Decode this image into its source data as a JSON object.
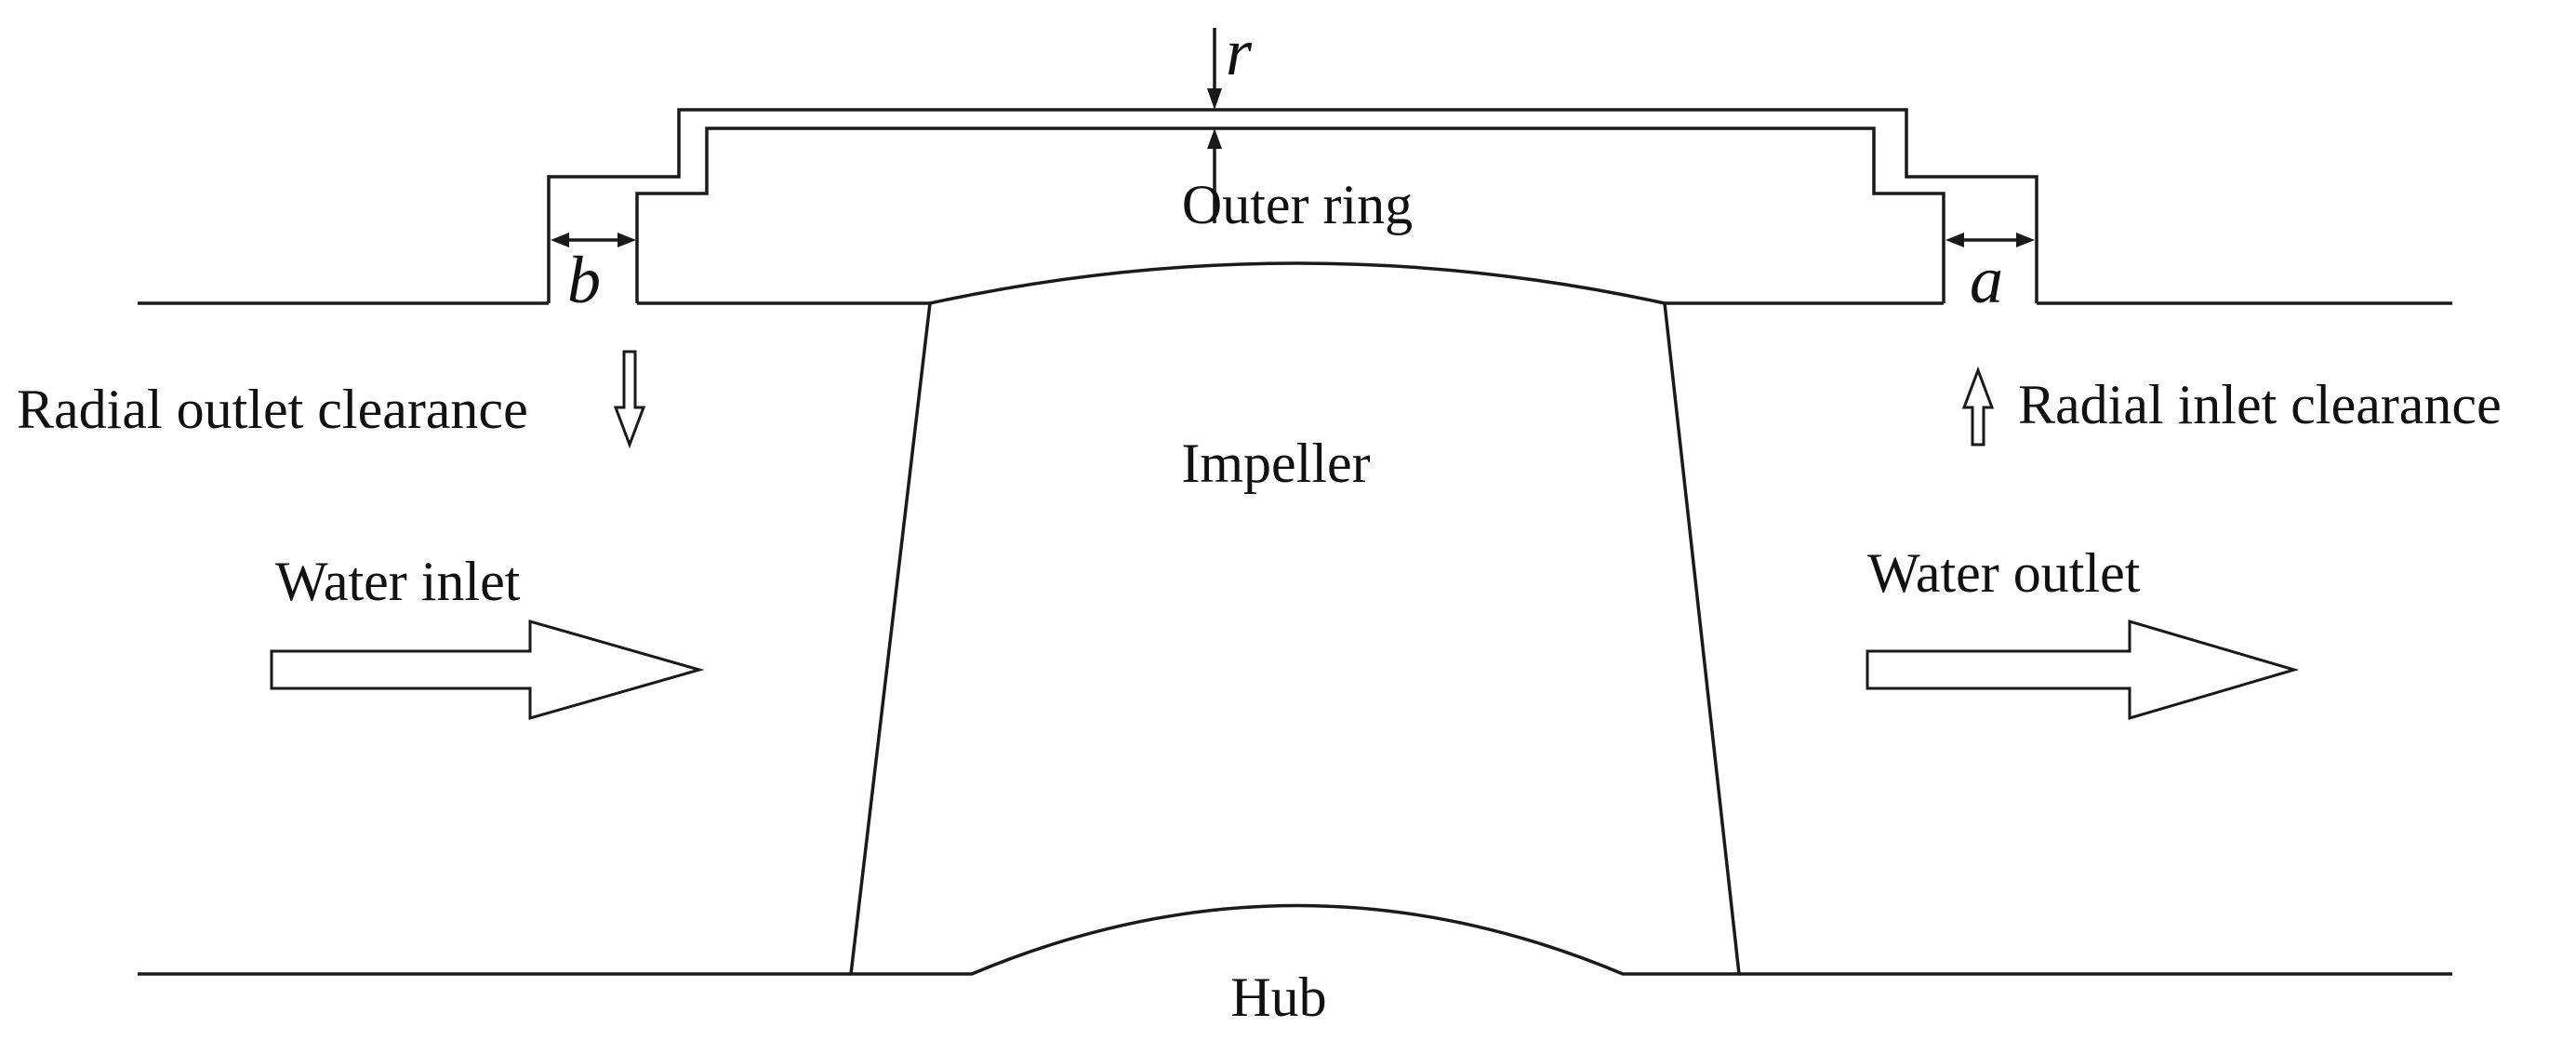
{
  "labels": {
    "outer_ring": "Outer ring",
    "impeller": "Impeller",
    "hub": "Hub",
    "water_inlet": "Water inlet",
    "water_outlet": "Water outlet",
    "radial_outlet_clearance": "Radial outlet clearance",
    "radial_inlet_clearance": "Radial inlet clearance"
  },
  "dimensions": {
    "r": "r",
    "a": "a",
    "b": "b"
  }
}
